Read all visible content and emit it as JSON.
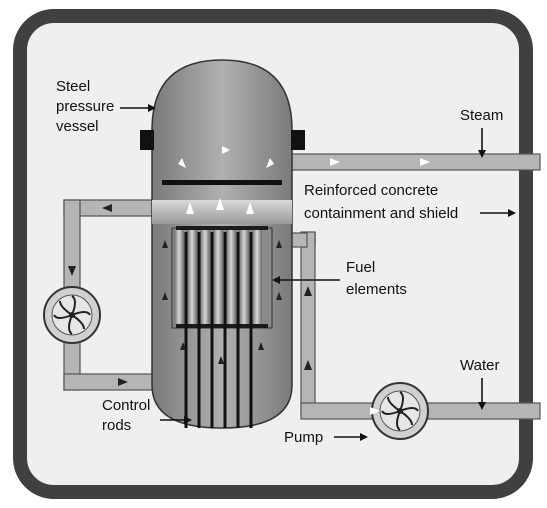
{
  "labels": {
    "steel_vessel": [
      "Steel",
      "pressure",
      "vessel"
    ],
    "steam": "Steam",
    "containment": [
      "Reinforced concrete",
      "containment and shield"
    ],
    "fuel": [
      "Fuel",
      "elements"
    ],
    "water": "Water",
    "control_rods": [
      "Control",
      "rods"
    ],
    "pump": "Pump"
  },
  "colors": {
    "containment_border": "#404040",
    "containment_fill": "#efefef",
    "vessel_fill": "#9a9a9a",
    "pipe_fill": "#b5b5b5",
    "pipe_edge": "#555555",
    "rod_color": "#111111"
  }
}
